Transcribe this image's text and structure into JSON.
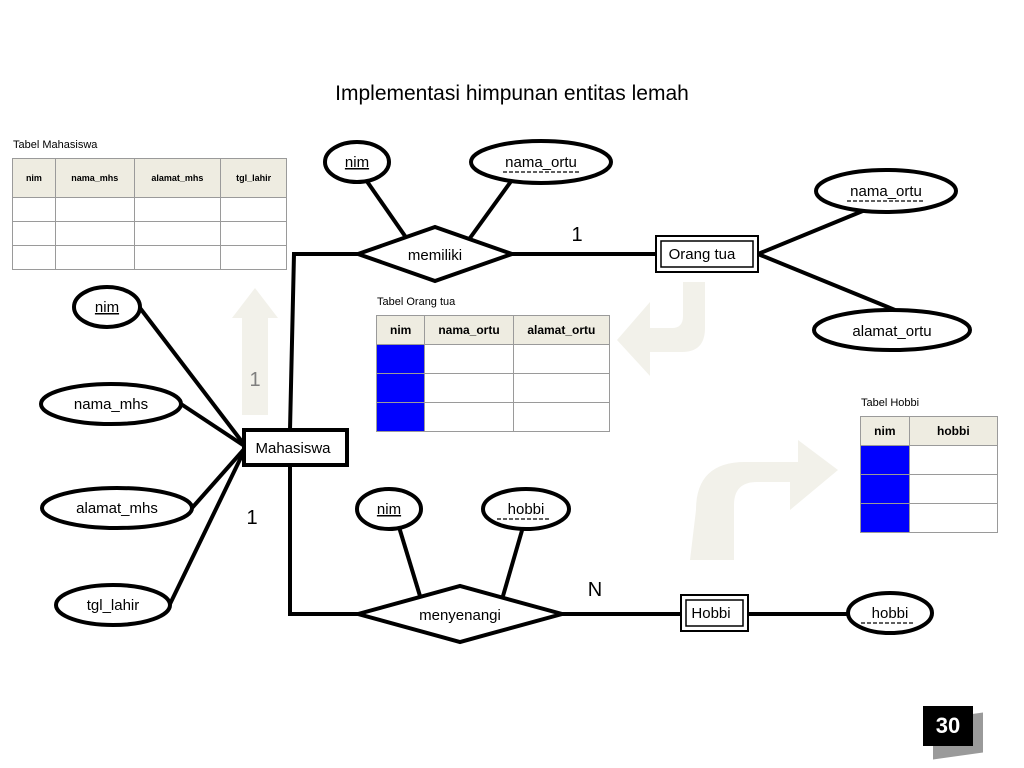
{
  "title": "Implementasi himpunan entitas lemah",
  "entities": {
    "mahasiswa": "Mahasiswa",
    "orang_tua": "Orang tua",
    "hobbi": "Hobbi"
  },
  "relationships": {
    "memiliki": "memiliki",
    "menyenangi": "menyenangi"
  },
  "attributes": {
    "mhs_nim": "nim",
    "mhs_nama": "nama_mhs",
    "mhs_alamat": "alamat_mhs",
    "mhs_tgl": "tgl_lahir",
    "memiliki_nim": "nim",
    "memiliki_nama_ortu": "nama_ortu",
    "ortu_nama": "nama_ortu",
    "ortu_alamat": "alamat_ortu",
    "menyenangi_nim": "nim",
    "menyenangi_hobbi": "hobbi",
    "hobbi_hobbi": "hobbi"
  },
  "cardinalities": {
    "memiliki_ortu": "1",
    "mhs_menyenangi": "1",
    "menyenangi_hobbi": "N",
    "arrow_up": "1"
  },
  "tables": {
    "mahasiswa": {
      "caption": "Tabel Mahasiswa",
      "headers": [
        "nim",
        "nama_mhs",
        "alamat_mhs",
        "tgl_lahir"
      ]
    },
    "orang_tua": {
      "caption": "Tabel Orang tua",
      "headers": [
        "nim",
        "nama_ortu",
        "alamat_ortu"
      ]
    },
    "hobbi": {
      "caption": "Tabel Hobbi",
      "headers": [
        "nim",
        "hobbi"
      ]
    }
  },
  "colors": {
    "key_fill": "#0000ff",
    "header_fill": "#eeece1",
    "arrow_fill": "#f2f1ea"
  },
  "page_number": "30"
}
